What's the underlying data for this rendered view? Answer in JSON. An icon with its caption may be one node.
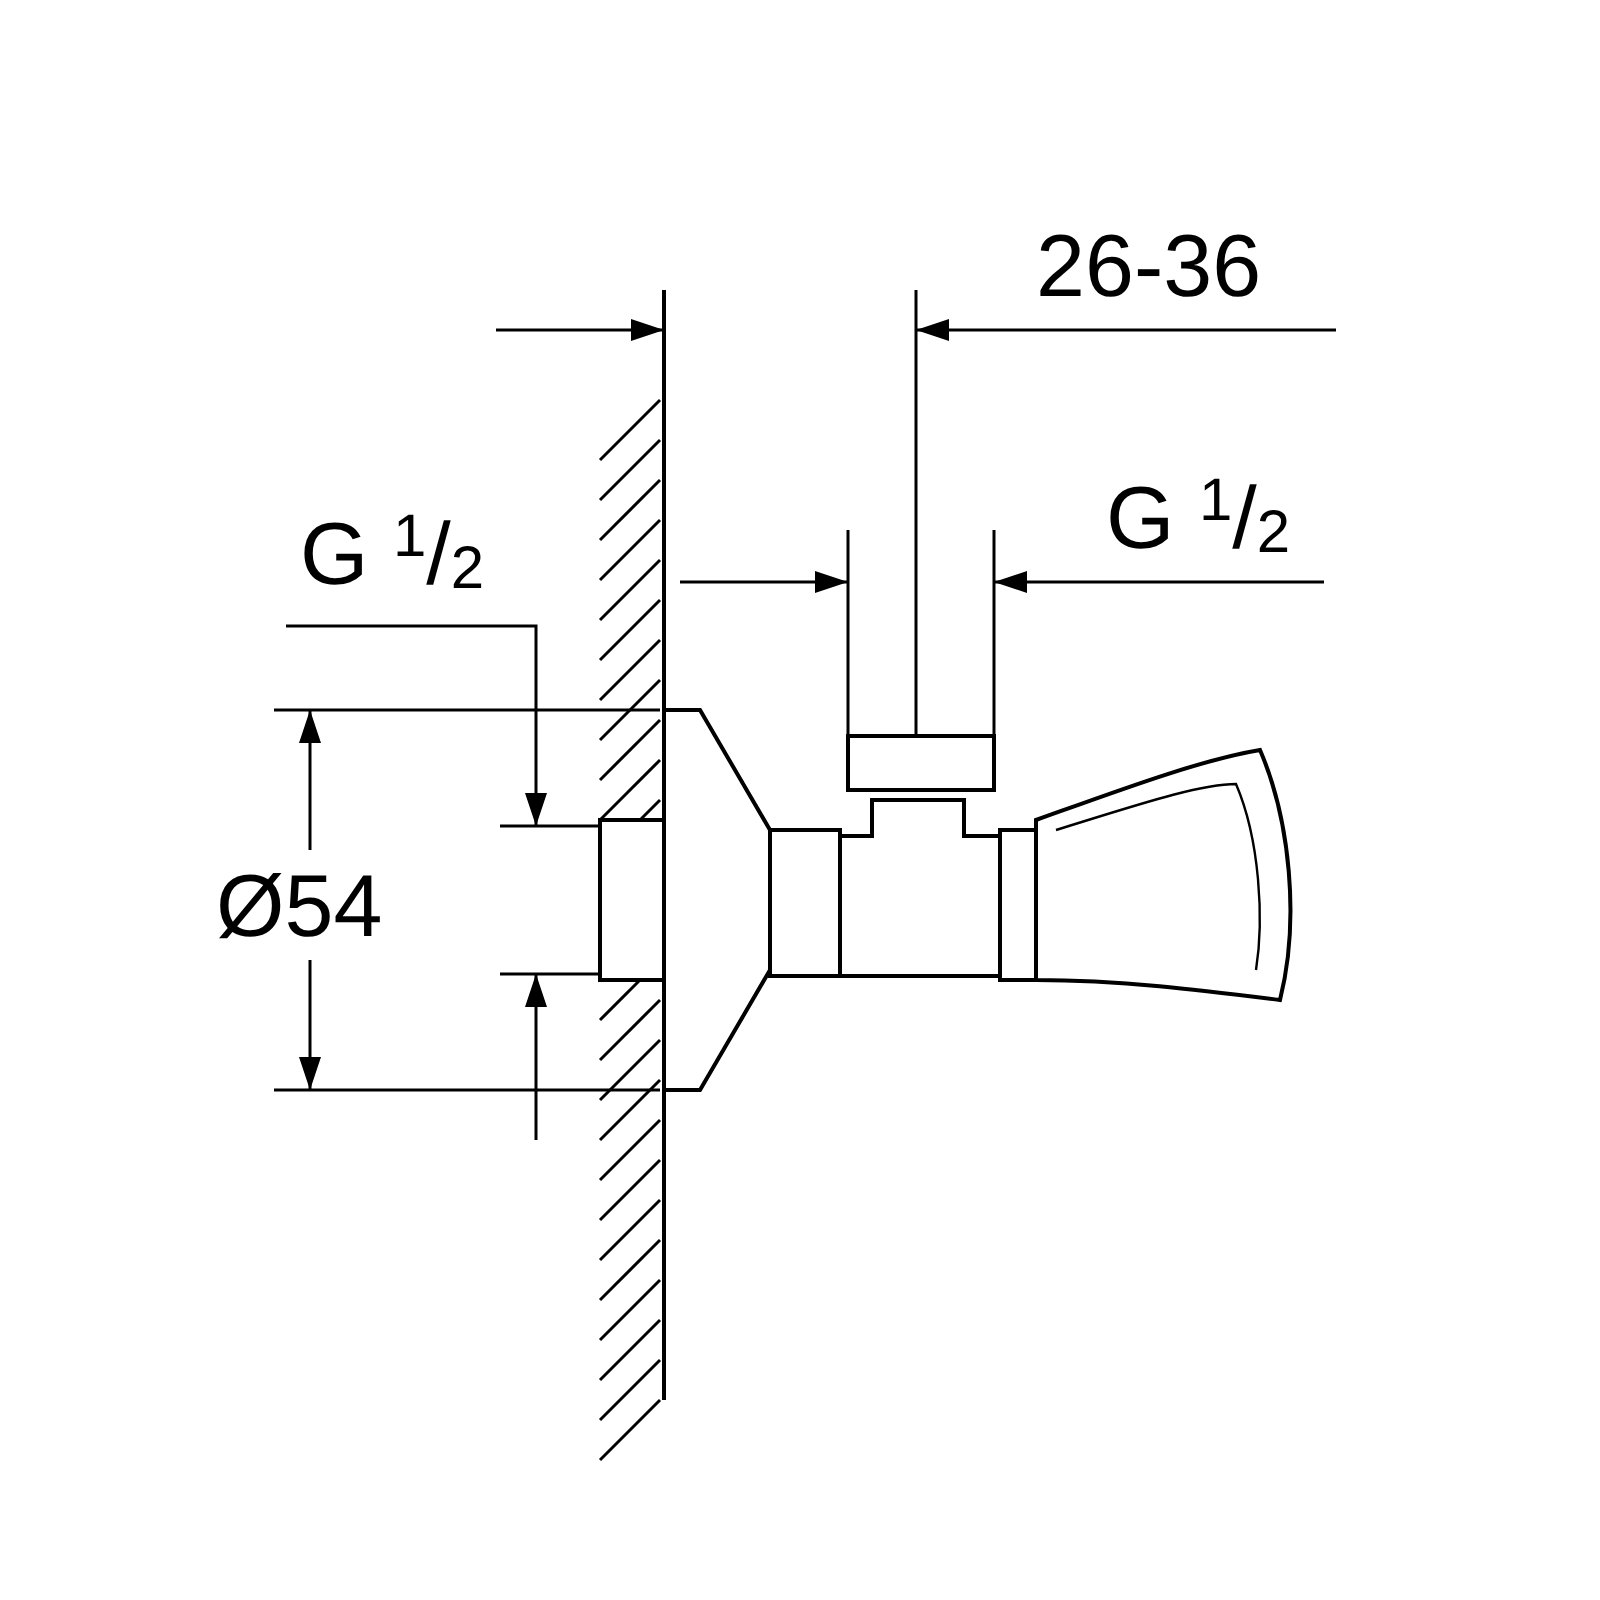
{
  "diagram": {
    "labels": [
      "26-36",
      "G $^{1}$/$_{2}$",
      "G $^{1}$/$_{2}$",
      "Ø54"
    ]
  }
}
